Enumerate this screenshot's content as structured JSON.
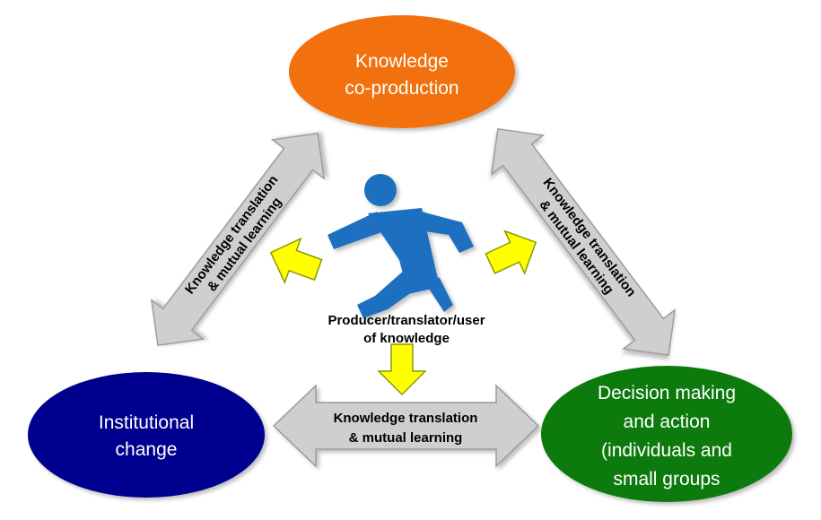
{
  "nodes": {
    "top": {
      "lines": [
        "Knowledge",
        "co-production"
      ],
      "color": "#f26f0e"
    },
    "left": {
      "lines": [
        "Institutional",
        "change"
      ],
      "color": "#02028e"
    },
    "right": {
      "lines": [
        "Decision making",
        "and action",
        "(individuals and",
        "small groups"
      ],
      "color": "#0a7a0a"
    }
  },
  "arrows": {
    "left": {
      "lines": [
        "Knowledge translation",
        "& mutual learning"
      ]
    },
    "right": {
      "lines": [
        "Knowledge translation",
        "& mutual learning"
      ]
    },
    "bottom": {
      "lines": [
        "Knowledge translation",
        "& mutual learning"
      ]
    }
  },
  "person": {
    "lines": [
      "Producer/translator/user",
      "of knowledge"
    ],
    "icon": "walking-person-icon",
    "color": "#1f6fbf"
  },
  "colors": {
    "arrow_fill": "#cfcfcf",
    "arrow_stroke": "#9a9a9a",
    "small_arrow_fill": "#ffff00",
    "small_arrow_stroke": "#8a9a00"
  }
}
